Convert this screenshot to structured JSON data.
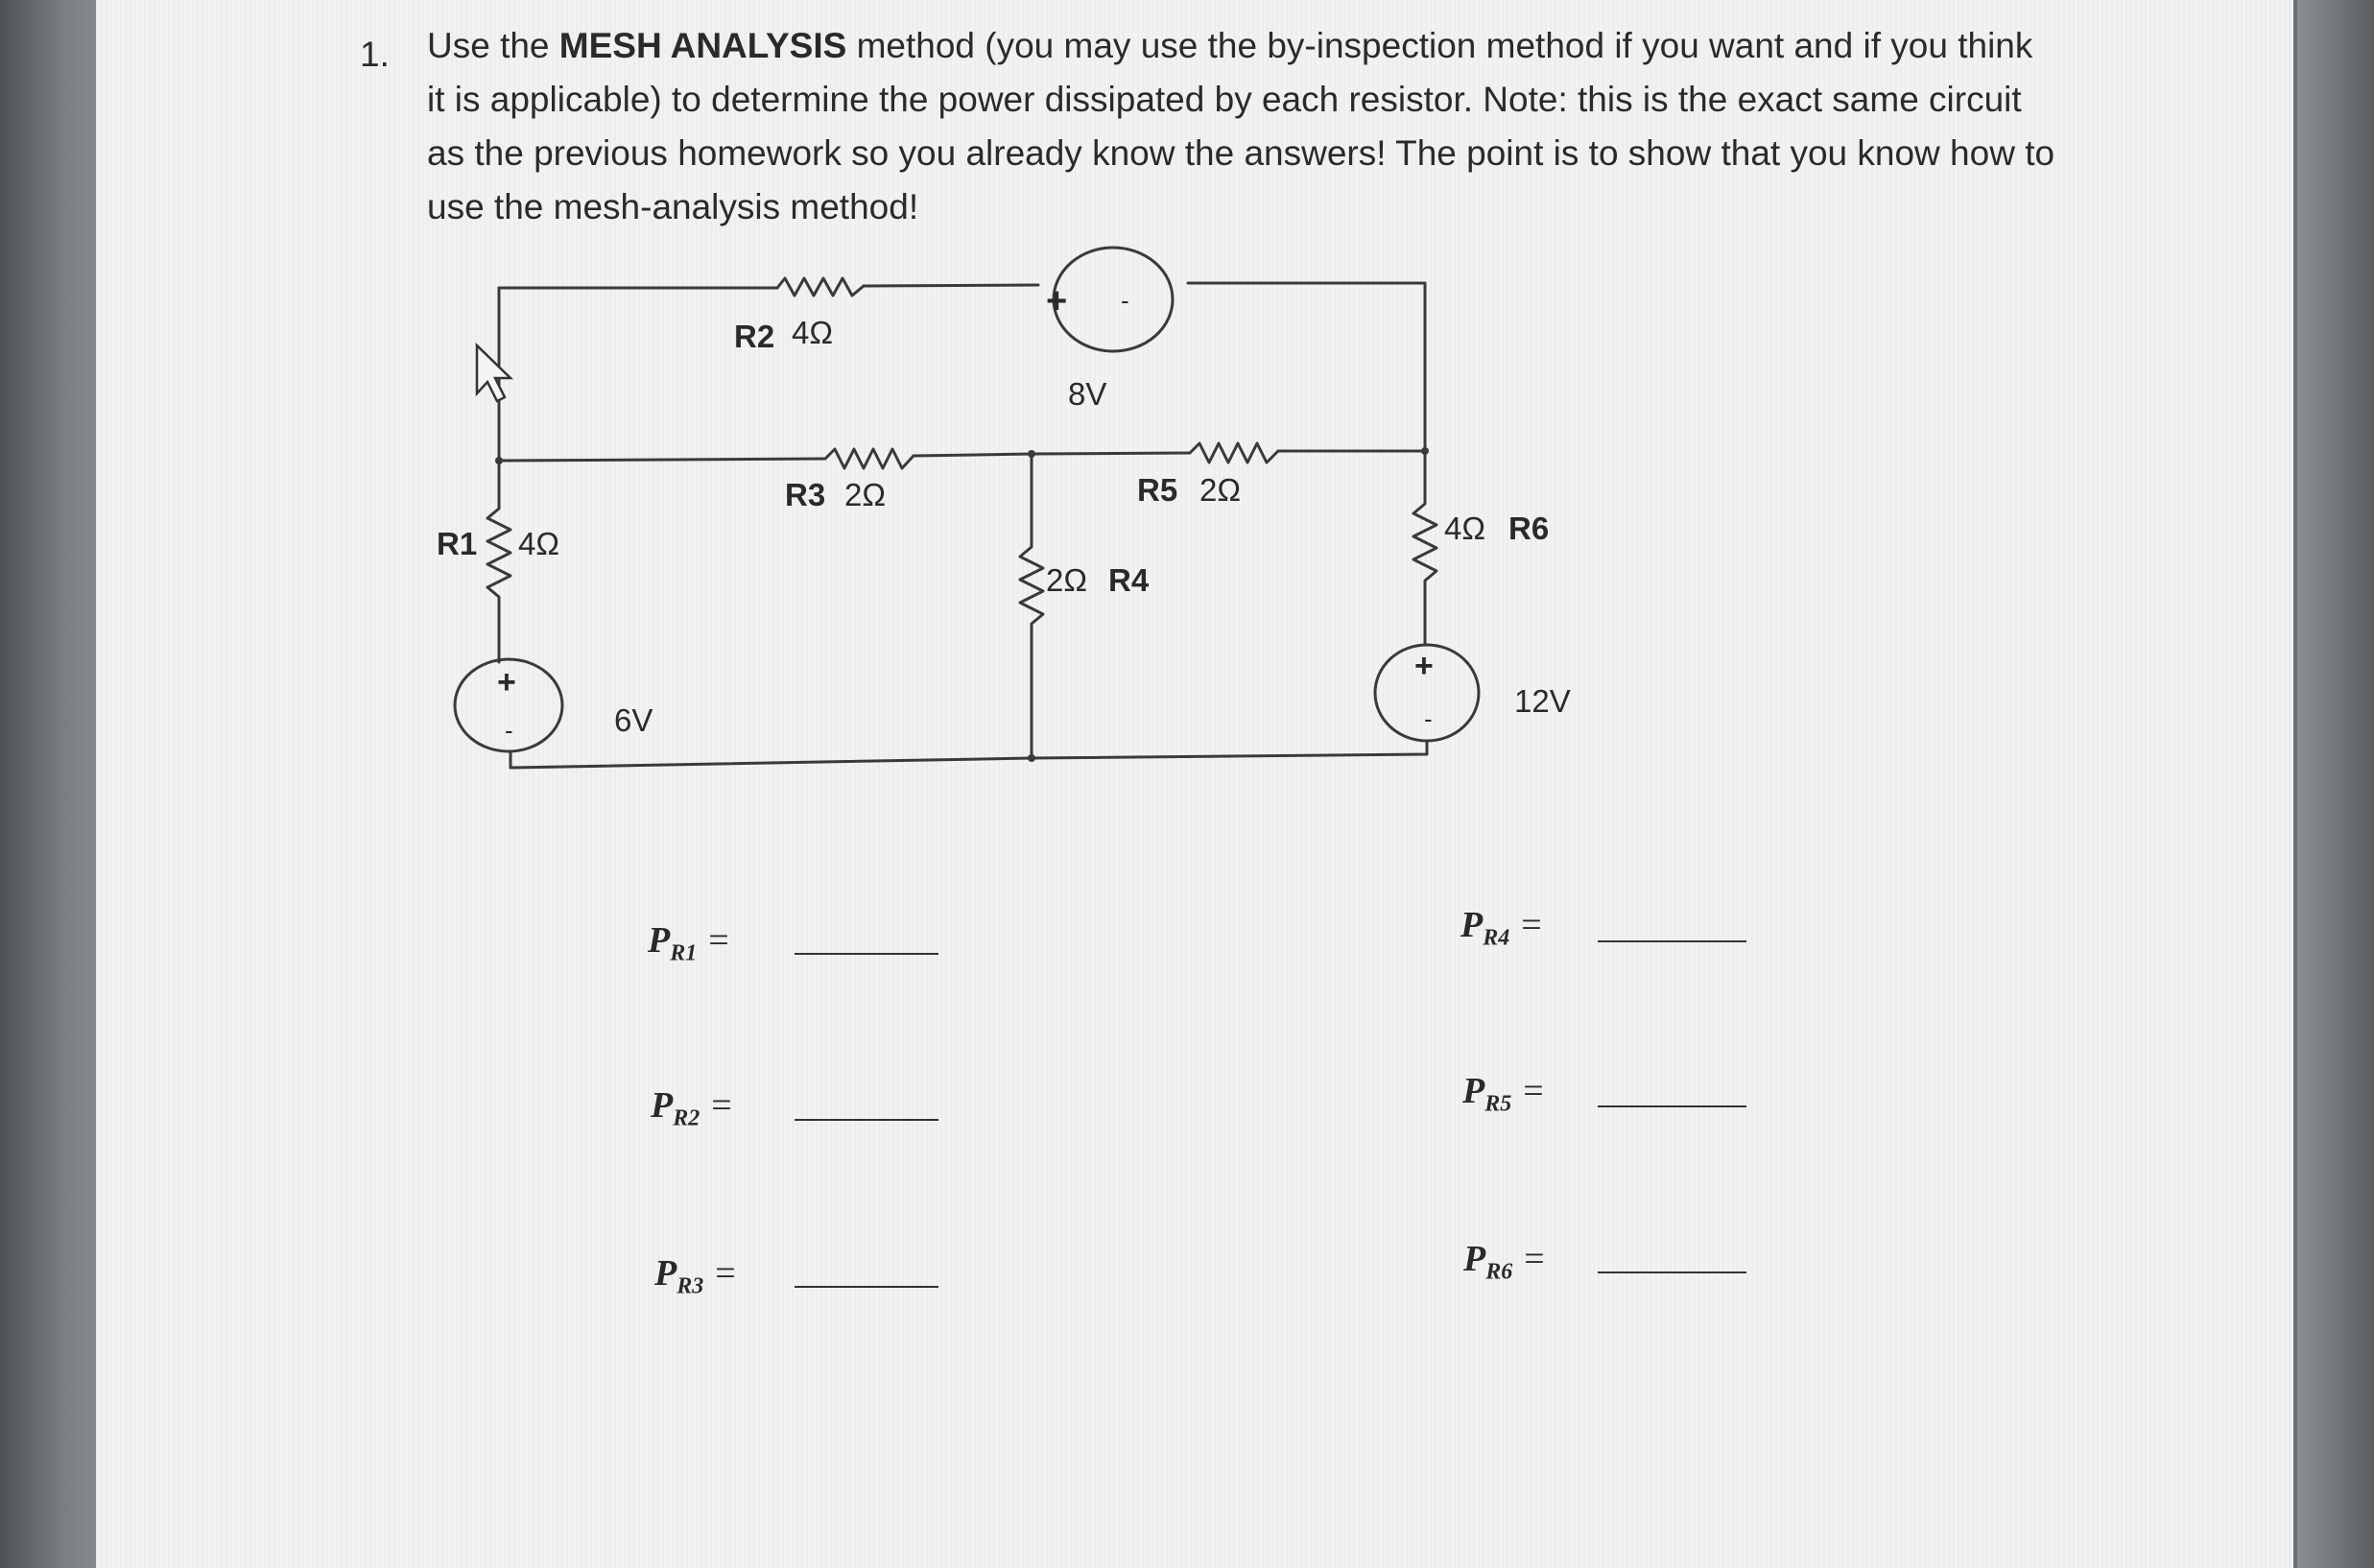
{
  "question": {
    "number": "1.",
    "text_pre": "Use the ",
    "text_bold": "MESH ANALYSIS",
    "text_post": " method (you may use the by-inspection method if you want and if you think it is applicable) to determine the power dissipated by each resistor. Note: this is the exact same circuit as the previous homework so you already know the answers! The point is to show that you know how to use the mesh-analysis method!"
  },
  "circuit": {
    "r1": {
      "name": "R1",
      "value": "4Ω"
    },
    "r2": {
      "name": "R2",
      "value": "4Ω"
    },
    "r3": {
      "name": "R3",
      "value": "2Ω"
    },
    "r4": {
      "name": "R4",
      "value": "2Ω"
    },
    "r5": {
      "name": "R5",
      "value": "2Ω"
    },
    "r6": {
      "name": "R6",
      "value": "4Ω"
    },
    "v1": {
      "value": "6V"
    },
    "v2": {
      "value": "8V"
    },
    "v3": {
      "value": "12V"
    },
    "plus": "+",
    "minus": "-"
  },
  "answers": [
    {
      "symbol": "P",
      "sub": "R1",
      "eq": "="
    },
    {
      "symbol": "P",
      "sub": "R2",
      "eq": "="
    },
    {
      "symbol": "P",
      "sub": "R3",
      "eq": "="
    },
    {
      "symbol": "P",
      "sub": "R4",
      "eq": "="
    },
    {
      "symbol": "P",
      "sub": "R5",
      "eq": "="
    },
    {
      "symbol": "P",
      "sub": "R6",
      "eq": "="
    }
  ]
}
